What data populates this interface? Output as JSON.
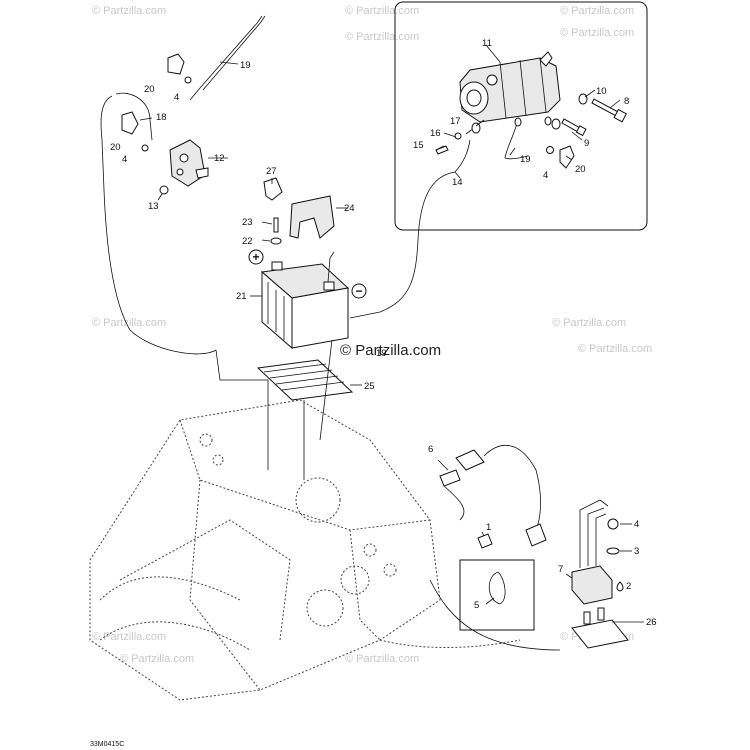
{
  "watermark": {
    "site": "© Partzilla.com",
    "center": "© Partzilla.com"
  },
  "drawing_code": "33M0415C",
  "callouts": {
    "c1": "1",
    "c2": "2",
    "c3": "3",
    "c4a": "4",
    "c4b": "4",
    "c4c": "4",
    "c4d": "4",
    "c5": "5",
    "c6": "6",
    "c7": "7",
    "c8": "8",
    "c9": "9",
    "c10": "10",
    "c11": "11",
    "c12": "12",
    "c13": "13",
    "c14": "14",
    "c15": "15",
    "c16": "16",
    "c17": "17",
    "c18": "18",
    "c19a": "19",
    "c19b": "19",
    "c19c": "19",
    "c20a": "20",
    "c20b": "20",
    "c20c": "20",
    "c21": "21",
    "c22": "22",
    "c23": "23",
    "c24": "24",
    "c25": "25",
    "c26": "26",
    "c27": "27"
  },
  "symbols": {
    "positive": "+",
    "negative": "−"
  }
}
